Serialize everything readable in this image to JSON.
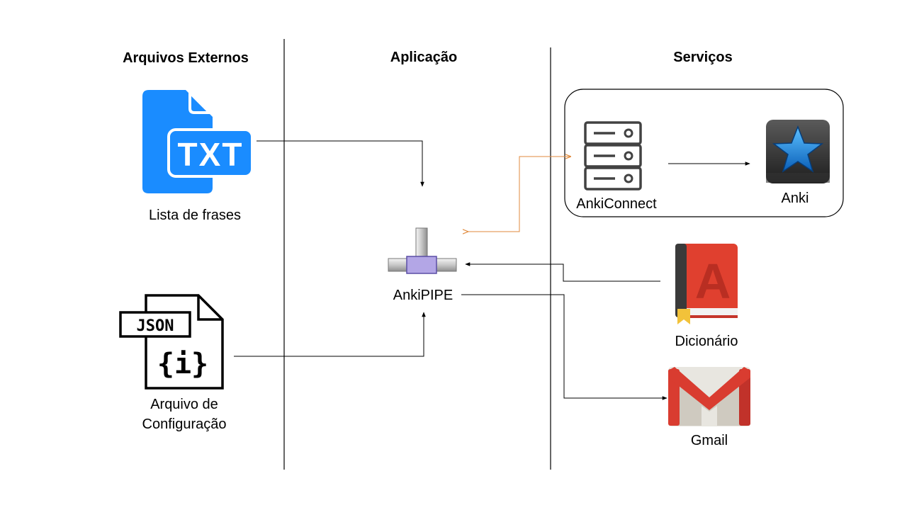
{
  "columns": {
    "external": "Arquivos Externos",
    "application": "Aplicação",
    "services": "Serviços"
  },
  "nodes": {
    "txt_file": {
      "badge": "TXT",
      "label": "Lista de frases",
      "color": "#1a8cff"
    },
    "json_file": {
      "badge": "JSON",
      "glyph": "{i}",
      "label_line1": "Arquivo de",
      "label_line2": "Configuração"
    },
    "ankipipe": {
      "label": "AnkiPIPE"
    },
    "ankiconnect": {
      "label": "AnkiConnect"
    },
    "anki": {
      "label": "Anki"
    },
    "dictionary": {
      "label": "Dicionário",
      "glyph": "A",
      "color": "#e0402f"
    },
    "gmail": {
      "label": "Gmail",
      "color": "#d93c30"
    }
  },
  "edges": [
    {
      "from": "txt_file",
      "to": "ankipipe",
      "color": "#000000"
    },
    {
      "from": "json_file",
      "to": "ankipipe",
      "color": "#000000"
    },
    {
      "from": "ankipipe",
      "to": "ankiconnect",
      "color": "#e08a3c",
      "bidirectional": true
    },
    {
      "from": "ankiconnect",
      "to": "anki",
      "color": "#000000"
    },
    {
      "from": "dictionary",
      "to": "ankipipe",
      "color": "#000000"
    },
    {
      "from": "ankipipe",
      "to": "gmail",
      "color": "#000000"
    }
  ]
}
